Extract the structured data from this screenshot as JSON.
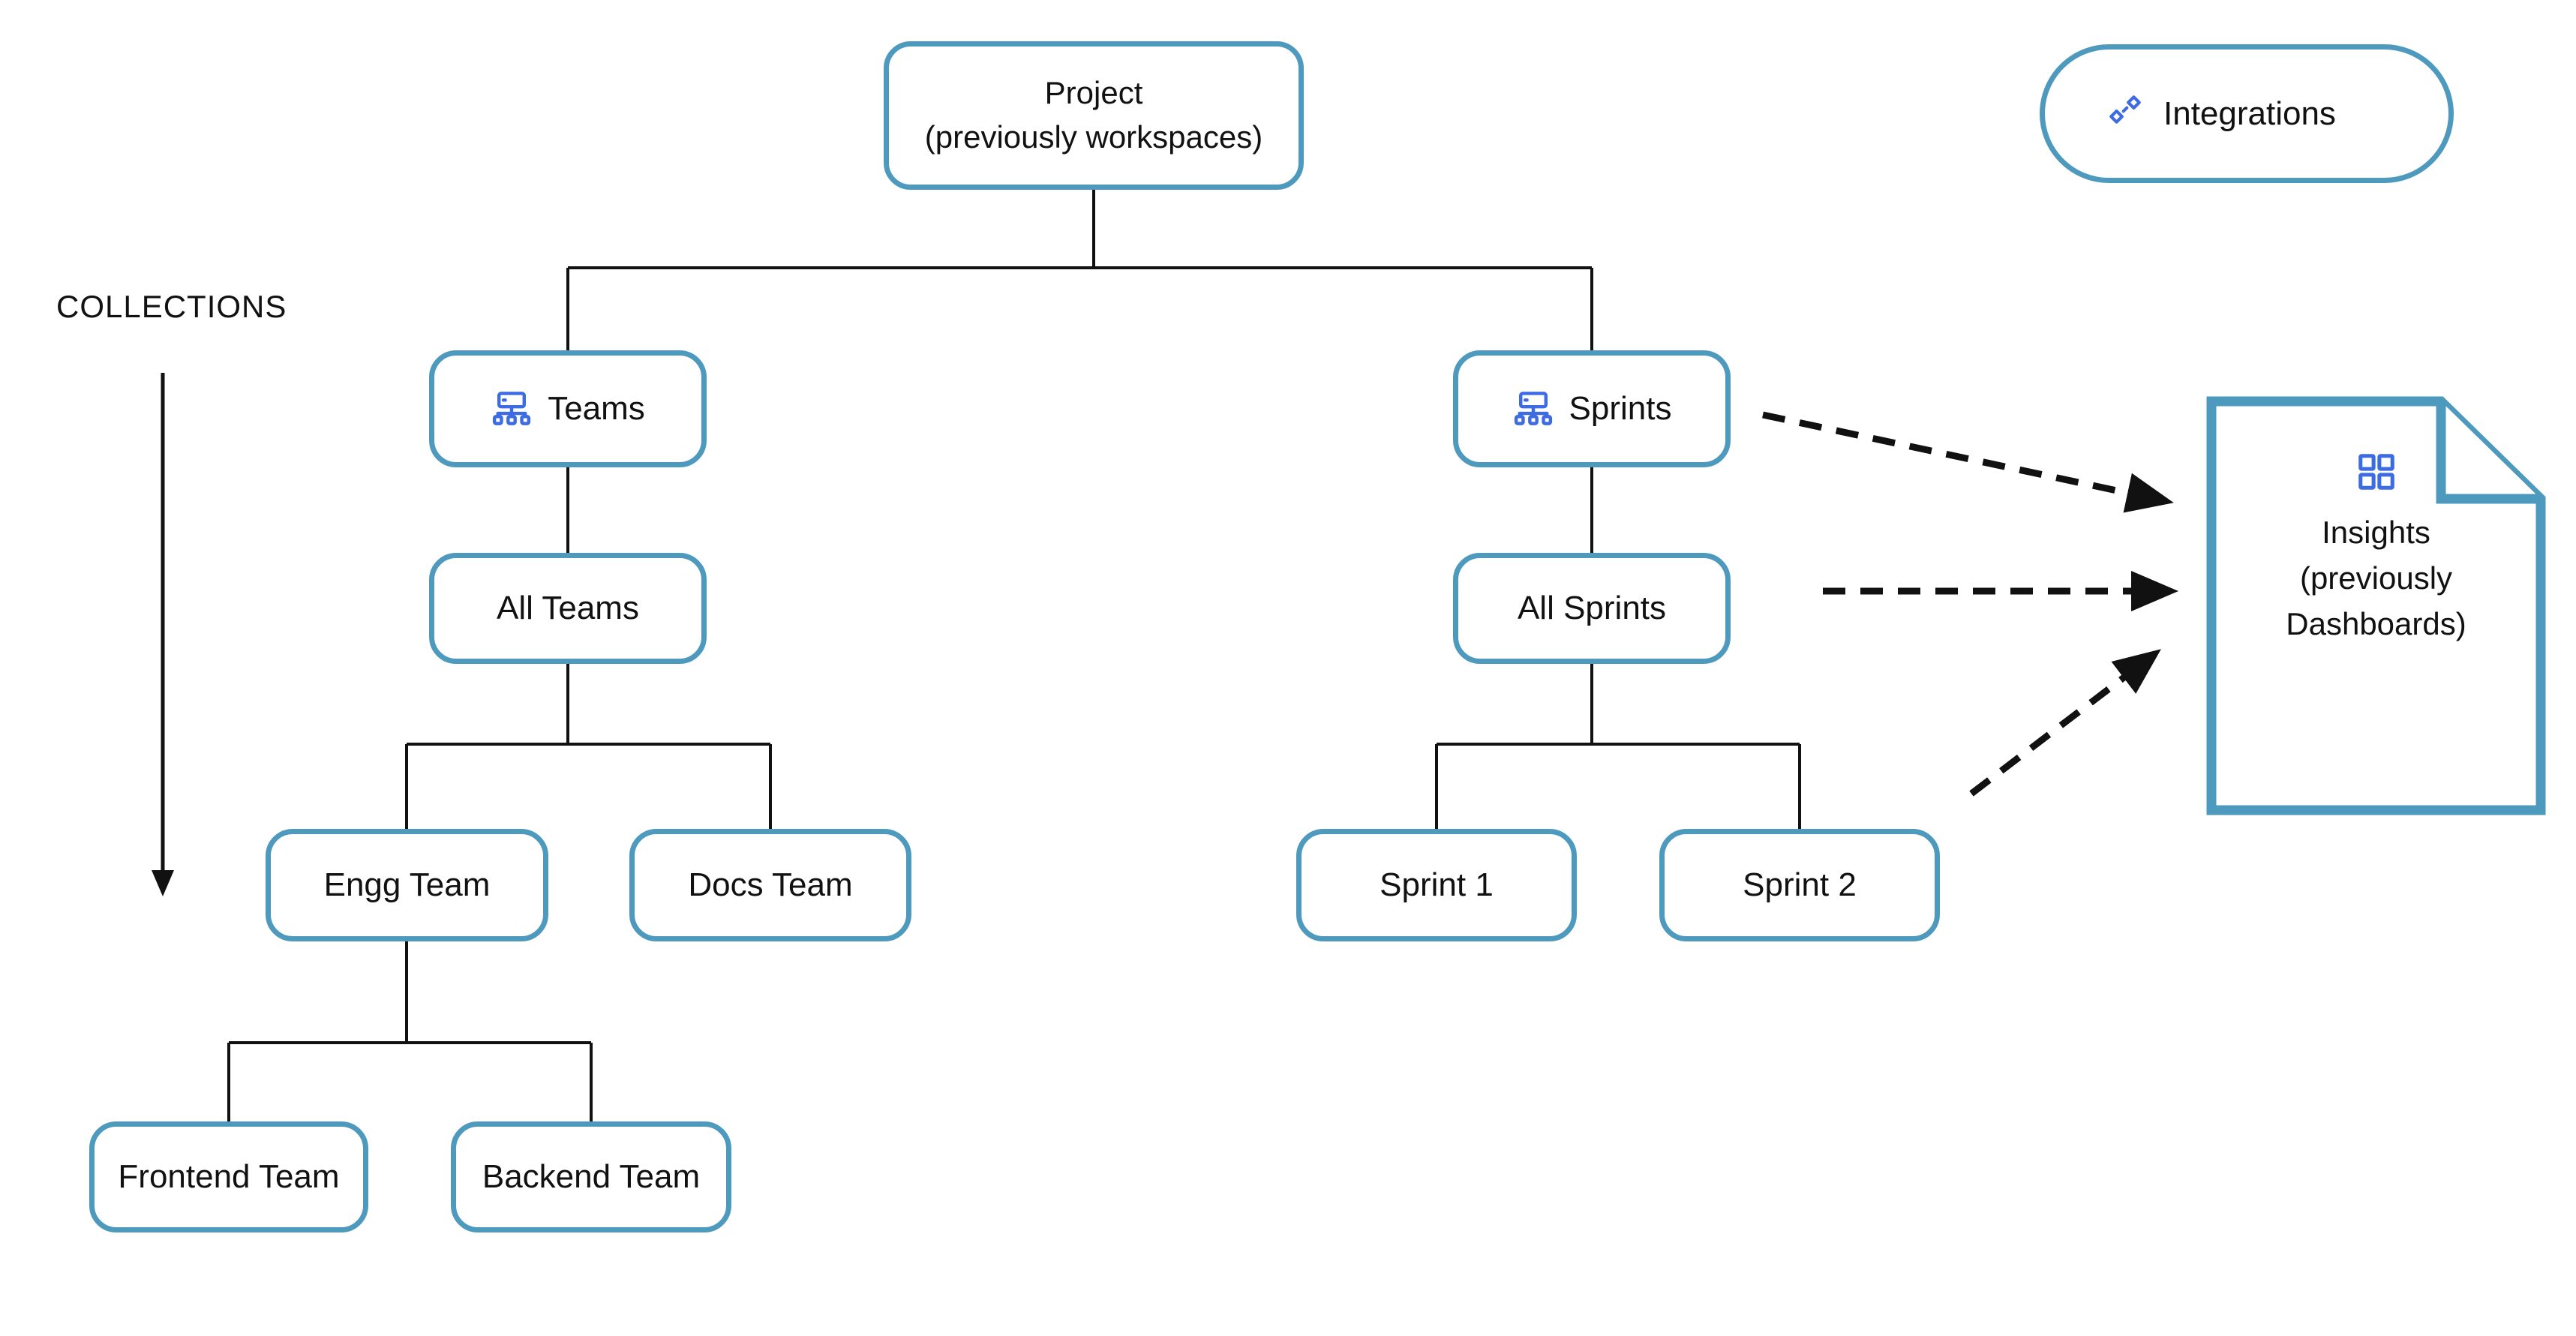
{
  "diagram": {
    "collections_label": "COLLECTIONS",
    "nodes": {
      "project": {
        "line1": "Project",
        "line2": "(previously workspaces)"
      },
      "teams": {
        "label": "Teams"
      },
      "sprints": {
        "label": "Sprints"
      },
      "all_teams": {
        "label": "All Teams"
      },
      "all_sprints": {
        "label": "All Sprints"
      },
      "engg_team": {
        "label": "Engg Team"
      },
      "docs_team": {
        "label": "Docs Team"
      },
      "sprint_1": {
        "label": "Sprint 1"
      },
      "sprint_2": {
        "label": "Sprint 2"
      },
      "frontend_team": {
        "label": "Frontend Team"
      },
      "backend_team": {
        "label": "Backend Team"
      }
    },
    "integrations": {
      "label": "Integrations",
      "icon": "integrations-link-icon"
    },
    "insights": {
      "line1": "Insights",
      "line2": "(previously",
      "line3": "Dashboards)",
      "icon": "dashboard-grid-icon"
    },
    "icons": {
      "teams": "hierarchy-icon",
      "sprints": "hierarchy-icon"
    },
    "colors": {
      "box_border": "#4E9ABF",
      "icon_blue": "#3D6BE3",
      "connector": "#111111",
      "text": "#111111",
      "background": "#FFFFFF"
    }
  }
}
